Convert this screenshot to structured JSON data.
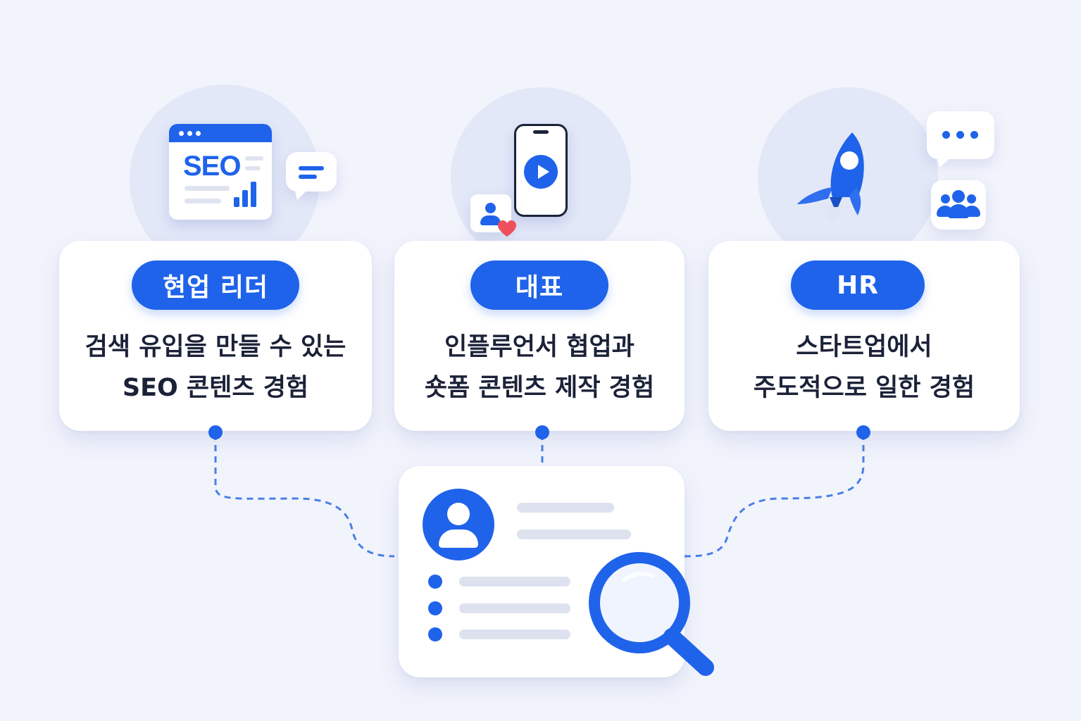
{
  "cards": [
    {
      "role": "현업 리더",
      "lines": [
        "검색 유입을 만들 수 있는",
        "SEO 콘텐츠 경험"
      ]
    },
    {
      "role": "대표",
      "lines": [
        "인플루언서 협업과",
        "숏폼 콘텐츠 제작 경험"
      ]
    },
    {
      "role": "HR",
      "lines": [
        "스타트업에서",
        "주도적으로 일한 경험"
      ]
    }
  ],
  "seo_icon_text": "SEO",
  "colors": {
    "accent": "#1f63ea",
    "text": "#1b2238",
    "background": "#f2f4fc",
    "heart": "#f0505c"
  },
  "icons": [
    "seo-browser-icon",
    "chat-lines-icon",
    "smartphone-play-icon",
    "user-heart-icon",
    "rocket-icon",
    "chat-dots-icon",
    "users-group-icon",
    "profile-avatar-icon",
    "magnifier-icon"
  ]
}
